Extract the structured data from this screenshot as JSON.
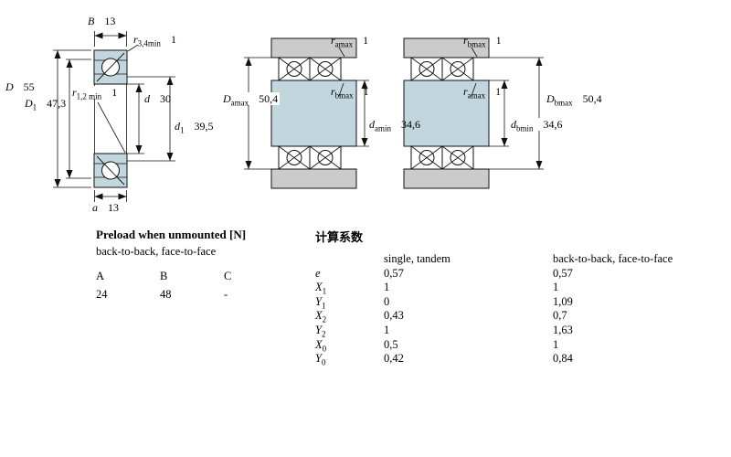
{
  "single_bearing": {
    "dims": {
      "B": {
        "sym": "B",
        "val": "13"
      },
      "r34": {
        "sym": "r",
        "sub": "3,4min",
        "val": "1"
      },
      "D": {
        "sym": "D",
        "val": "55"
      },
      "D1": {
        "sym": "D",
        "sub": "1",
        "val": "47,3"
      },
      "r12": {
        "sym": "r",
        "sub": "1,2 min",
        "val": "1"
      },
      "d": {
        "sym": "d",
        "val": "30"
      },
      "d1": {
        "sym": "d",
        "sub": "1",
        "val": "39,5"
      },
      "a": {
        "sym": "a",
        "val": "13"
      }
    }
  },
  "arrangement_left": {
    "dims": {
      "ramax": {
        "sym": "r",
        "sub": "amax",
        "val": "1"
      },
      "Damax": {
        "sym": "D",
        "sub": "amax",
        "val": "50,4"
      },
      "rbmax": {
        "sym": "r",
        "sub": "bmax",
        "val": "1"
      },
      "damin": {
        "sym": "d",
        "sub": "amin",
        "val": "34,6"
      }
    }
  },
  "arrangement_right": {
    "dims": {
      "rbmax": {
        "sym": "r",
        "sub": "bmax",
        "val": "1"
      },
      "ramax": {
        "sym": "r",
        "sub": "amax",
        "val": "1"
      },
      "Dbmax": {
        "sym": "D",
        "sub": "bmax",
        "val": "50,4"
      },
      "dbmin": {
        "sym": "d",
        "sub": "bmin",
        "val": "34,6"
      }
    }
  },
  "preload_table": {
    "title": "Preload when unmounted [N]",
    "subtitle": "back-to-back, face-to-face",
    "columns": [
      "A",
      "B",
      "C"
    ],
    "values": [
      "24",
      "48",
      "-"
    ]
  },
  "factors_table": {
    "title": "计算系数",
    "col1_header": "single, tandem",
    "col2_header": "back-to-back, face-to-face",
    "rows": [
      {
        "sym": "e",
        "v1": "0,57",
        "v2": "0,57"
      },
      {
        "sym": "X",
        "sub": "1",
        "v1": "1",
        "v2": "1"
      },
      {
        "sym": "Y",
        "sub": "1",
        "v1": "0",
        "v2": "1,09"
      },
      {
        "sym": "X",
        "sub": "2",
        "v1": "0,43",
        "v2": "0,7"
      },
      {
        "sym": "Y",
        "sub": "2",
        "v1": "1",
        "v2": "1,63"
      },
      {
        "sym": "X",
        "sub": "0",
        "v1": "0,5",
        "v2": "1"
      },
      {
        "sym": "Y",
        "sub": "0",
        "v1": "0,42",
        "v2": "0,84"
      }
    ]
  },
  "colors": {
    "ring_fill": "#c2d6de",
    "band_fill": "#cbcbcb",
    "line": "#111111"
  }
}
